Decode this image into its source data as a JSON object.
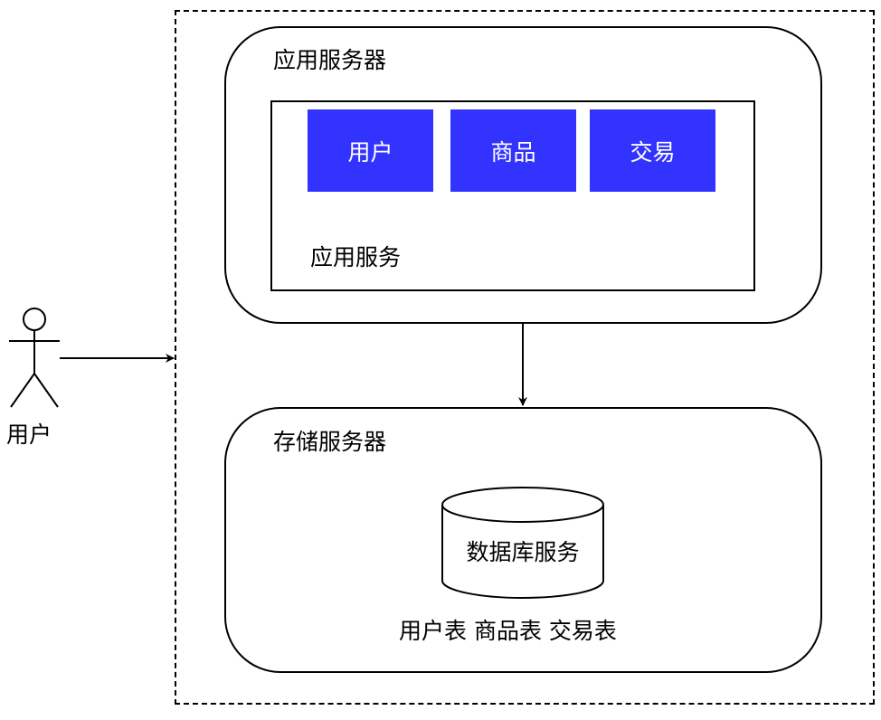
{
  "colors": {
    "module_fill": "#3333ff",
    "module_text": "#ffffff",
    "stroke": "#000000"
  },
  "actor": {
    "label": "用户"
  },
  "app_server": {
    "title": "应用服务器",
    "service": {
      "label": "应用服务",
      "modules": [
        "用户",
        "商品",
        "交易"
      ]
    }
  },
  "storage_server": {
    "title": "存储服务器",
    "database": {
      "label": "数据库服务"
    },
    "tables_label": "用户表 商品表 交易表"
  }
}
